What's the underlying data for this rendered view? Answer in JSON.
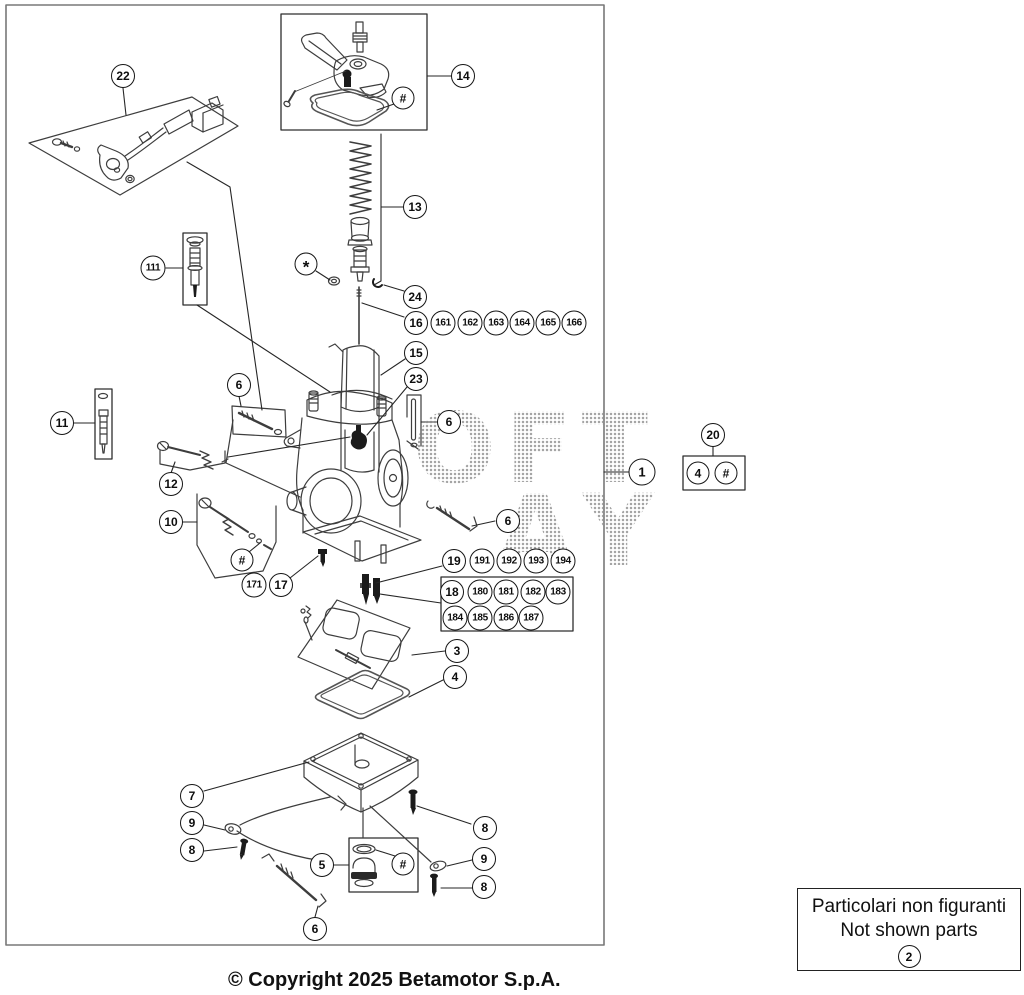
{
  "watermark": {
    "line1": "OFT",
    "line2": "AY"
  },
  "callouts": [
    {
      "label": "22"
    },
    {
      "label": "14"
    },
    {
      "label": "#"
    },
    {
      "label": "13"
    },
    {
      "label": "*"
    },
    {
      "label": "24"
    },
    {
      "label": "111"
    },
    {
      "label": "16"
    },
    {
      "label": "161"
    },
    {
      "label": "162"
    },
    {
      "label": "163"
    },
    {
      "label": "164"
    },
    {
      "label": "165"
    },
    {
      "label": "166"
    },
    {
      "label": "15"
    },
    {
      "label": "23"
    },
    {
      "label": "6"
    },
    {
      "label": "6"
    },
    {
      "label": "11"
    },
    {
      "label": "12"
    },
    {
      "label": "10"
    },
    {
      "label": "1"
    },
    {
      "label": "20"
    },
    {
      "label": "4"
    },
    {
      "label": "#"
    },
    {
      "label": "6"
    },
    {
      "label": "#"
    },
    {
      "label": "171"
    },
    {
      "label": "17"
    },
    {
      "label": "19"
    },
    {
      "label": "191"
    },
    {
      "label": "192"
    },
    {
      "label": "193"
    },
    {
      "label": "194"
    },
    {
      "label": "18"
    },
    {
      "label": "180"
    },
    {
      "label": "181"
    },
    {
      "label": "182"
    },
    {
      "label": "183"
    },
    {
      "label": "184"
    },
    {
      "label": "185"
    },
    {
      "label": "186"
    },
    {
      "label": "187"
    },
    {
      "label": "3"
    },
    {
      "label": "4"
    },
    {
      "label": "7"
    },
    {
      "label": "9"
    },
    {
      "label": "8"
    },
    {
      "label": "8"
    },
    {
      "label": "9"
    },
    {
      "label": "8"
    },
    {
      "label": "5"
    },
    {
      "label": "#"
    },
    {
      "label": "6"
    }
  ],
  "not_shown": {
    "line1": "Particolari non figuranti",
    "line2": "Not shown parts",
    "callout": "2"
  },
  "footer": {
    "copyright": "© Copyright 2025 Betamotor S.p.A."
  },
  "colors": {
    "line": "#3d3d3d",
    "dark": "#1b1b1b",
    "frame": "#777777"
  }
}
